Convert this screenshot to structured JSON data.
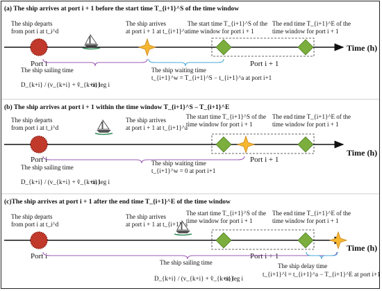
{
  "panel_a": {
    "heading": "(a) The ship arrives at port i + 1 before the start time T_{i+1}^S of the time window",
    "depart_1": "The ship departs",
    "depart_2": "from port i at t_i^d",
    "arrive_1": "The ship arrives",
    "arrive_2": "at port i + 1 at t_{i+1}^a",
    "start_1": "The start time T_{i+1}^S of the",
    "start_2": "time window for port i + 1",
    "end_1": "The end time T_{i+1}^E of the",
    "end_2": "time window for port i + 1",
    "port_i": "Port i",
    "port_i1": "Port i + 1",
    "time_axis": "Time (h)",
    "sail_1": "The ship sailing time",
    "sail_2": "on leg i",
    "wait_1": "The ship waiting time",
    "wait_2": "t_{i+1}^w = T_{i+1}^S − t_{i+1}^a at port i+1"
  },
  "panel_b": {
    "heading": "(b) The ship arrives at port i + 1 within the time window T_{i+1}^S – T_{i+1}^E",
    "depart_1": "The ship departs",
    "depart_2": "from port i at t_i^d",
    "arrive_1": "The ship arrives",
    "arrive_2": "at port i + 1 at t_{i+1}^a",
    "start_1": "The start time T_{i+1}^S of the",
    "start_2": "time window for port i + 1",
    "end_1": "The end time T_{i+1}^E of the",
    "end_2": "time window for port i + 1",
    "port_i": "Port i",
    "port_i1": "Port i + 1",
    "time_axis": "Time (h)",
    "sail_1": "The ship sailing time",
    "sail_2": "on leg i",
    "wait_1": "The ship waiting time",
    "wait_2": "t_{i+1}^w = 0 at port i+1"
  },
  "panel_c": {
    "heading": "(c)The ship arrives at port i + 1 after the end time T_{i+1}^E of the time window",
    "depart_1": "The ship departs",
    "depart_2": "from port i at t_i^d",
    "arrive_1": "The ship arrives",
    "arrive_2": "at port i + 1 at t_{i+1}^a",
    "start_1": "The start time T_{i+1}^S of the",
    "start_2": "time window for port i + 1",
    "end_1": "The end time T_{i+1}^E of the",
    "end_2": "time window for port i + 1",
    "port_i": "Port i",
    "port_i1": "Port i + 1",
    "time_axis": "Time (h)",
    "sail_1": "The ship sailing time",
    "sail_2": "on leg i",
    "delay_1": "The ship delay time",
    "delay_2": "t_{i+1}^l = t_{i+1}^a − T_{i+1}^E at port i+1"
  },
  "sail_formula": "D_{k+i} / (v_{k+i} + v̂_{k+i})",
  "colors": {
    "port_circle": "#c0392b",
    "window_diamond": "#7cae3e",
    "arrival_star": "#f7b731",
    "sail_brace": "#9b59b6",
    "wait_brace": "#4aa8d8"
  }
}
